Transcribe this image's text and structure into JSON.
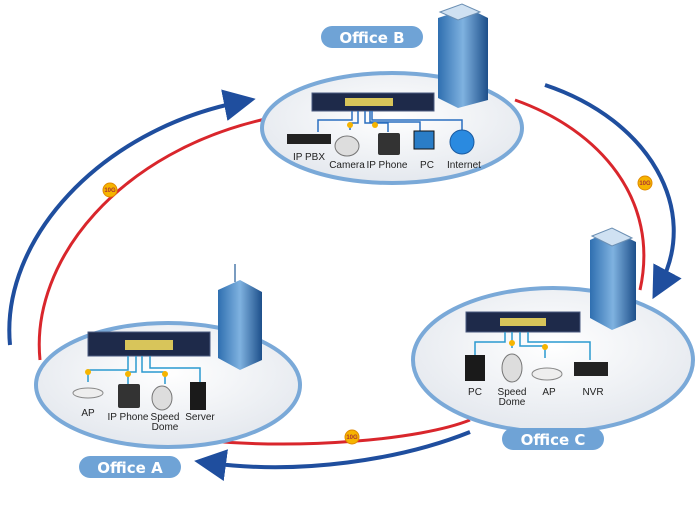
{
  "offices": {
    "b": {
      "name": "Office B",
      "devices": [
        "IP PBX",
        "Camera",
        "IP Phone",
        "PC",
        "Internet"
      ]
    },
    "a": {
      "name": "Office A",
      "devices": [
        "AP",
        "IP Phone",
        "Speed",
        "Dome",
        "Server"
      ]
    },
    "c": {
      "name": "Office C",
      "devices": [
        "PC",
        "Speed",
        "Dome",
        "AP",
        "NVR"
      ]
    }
  },
  "links": {
    "speed": "10G"
  },
  "colors": {
    "ring": "#d9262c",
    "arrow": "#1f4e9e",
    "badge": "#f6b400",
    "label_bg": "#6fa3d6",
    "ellipse_border": "#7aa9d8",
    "switch": "#1e2a4a"
  }
}
